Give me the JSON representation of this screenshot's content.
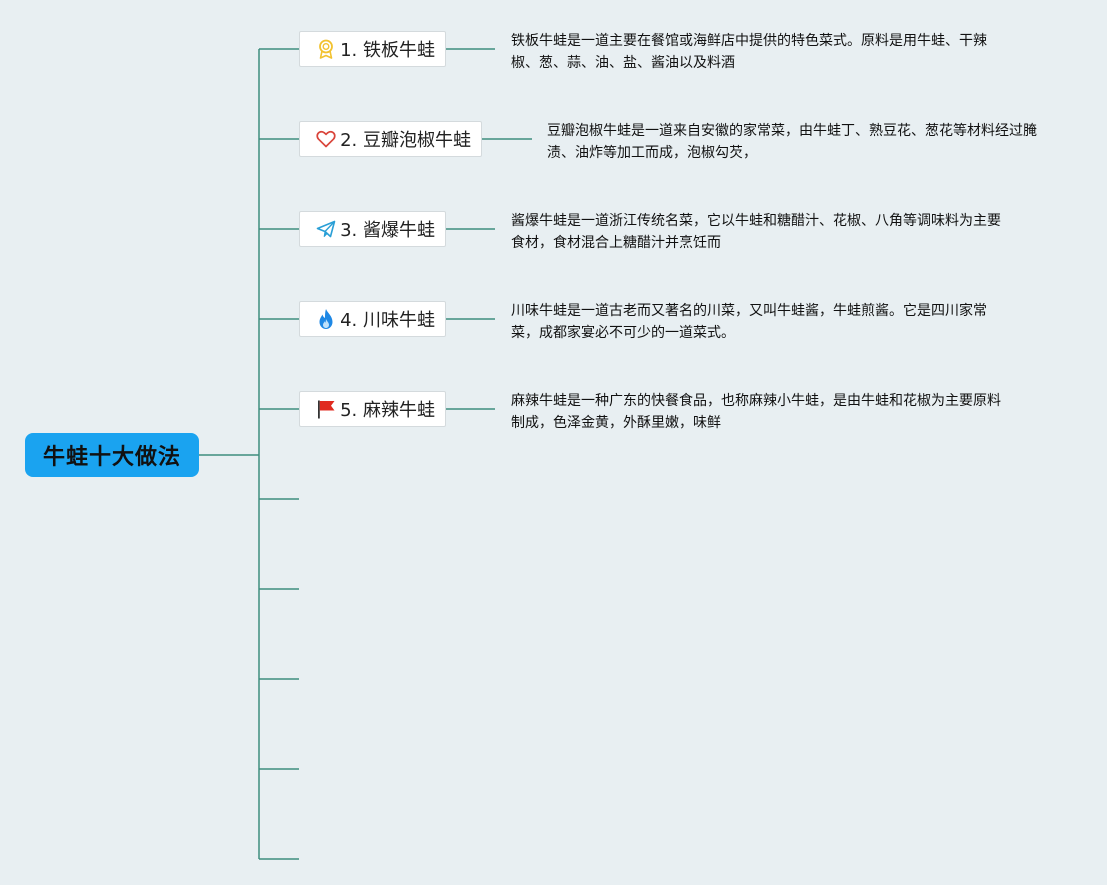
{
  "root": {
    "label": "牛蛙十大做法"
  },
  "topics": [
    {
      "label": "1. 铁板牛蛙",
      "icon": "award-medal-icon",
      "icon_color": "#f2c230",
      "desc": "铁板牛蛙是一道主要在餐馆或海鲜店中提供的特色菜式。原料是用牛蛙、干辣椒、葱、蒜、油、盐、酱油以及料酒"
    },
    {
      "label": "2. 豆瓣泡椒牛蛙",
      "icon": "heart-icon",
      "icon_color": "#d9443a",
      "desc": "豆瓣泡椒牛蛙是一道来自安徽的家常菜，由牛蛙丁、熟豆花、葱花等材料经过腌渍、油炸等加工而成，泡椒勾芡，"
    },
    {
      "label": "3. 酱爆牛蛙",
      "icon": "paper-plane-icon",
      "icon_color": "#2a9fd6",
      "desc": "酱爆牛蛙是一道浙江传统名菜，它以牛蛙和糖醋汁、花椒、八角等调味料为主要食材，食材混合上糖醋汁并烹饪而"
    },
    {
      "label": "4. 川味牛蛙",
      "icon": "fire-icon",
      "icon_color": "#1e88e5",
      "desc": "川味牛蛙是一道古老而又著名的川菜，又叫牛蛙酱，牛蛙煎酱。它是四川家常菜，成都家宴必不可少的一道菜式。"
    },
    {
      "label": "5. 麻辣牛蛙",
      "icon": "flag-icon",
      "icon_color": "#e02b20",
      "desc": "麻辣牛蛙是一种广东的快餐食品，也称麻辣小牛蛙，是由牛蛙和花椒为主要原料制成，色泽金黄，外酥里嫩，味鲜"
    }
  ],
  "colors": {
    "background": "#e8eff2",
    "connector": "#3e8e7e",
    "root_fill": "#1aa3f0"
  }
}
